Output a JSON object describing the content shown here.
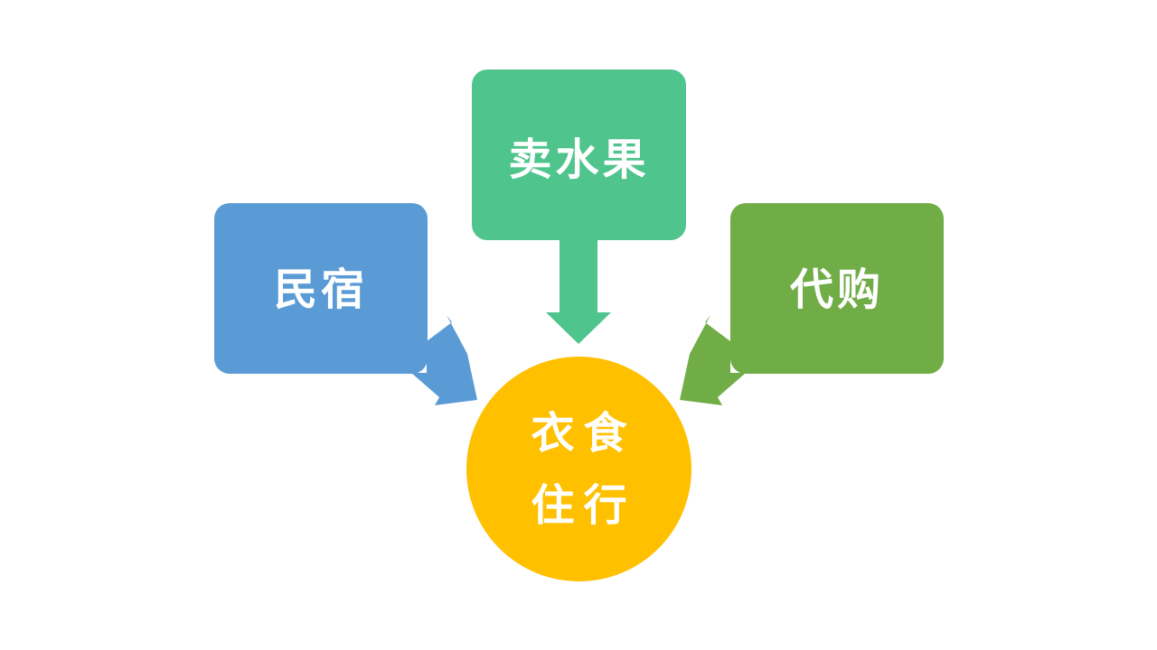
{
  "diagram": {
    "type": "converging-flow",
    "colors": {
      "left": "#5B9BD5",
      "top": "#4FC48D",
      "right": "#70AD47",
      "center": "#FFC000",
      "text": "#FFFFFF"
    },
    "nodes": {
      "left": {
        "label": "民宿"
      },
      "top": {
        "label": "卖水果"
      },
      "right": {
        "label": "代购"
      },
      "center": {
        "line1": "衣食",
        "line2": "住行"
      }
    },
    "edges": [
      {
        "from": "left",
        "to": "center",
        "direction": "down-right"
      },
      {
        "from": "top",
        "to": "center",
        "direction": "down"
      },
      {
        "from": "right",
        "to": "center",
        "direction": "down-left"
      }
    ]
  }
}
